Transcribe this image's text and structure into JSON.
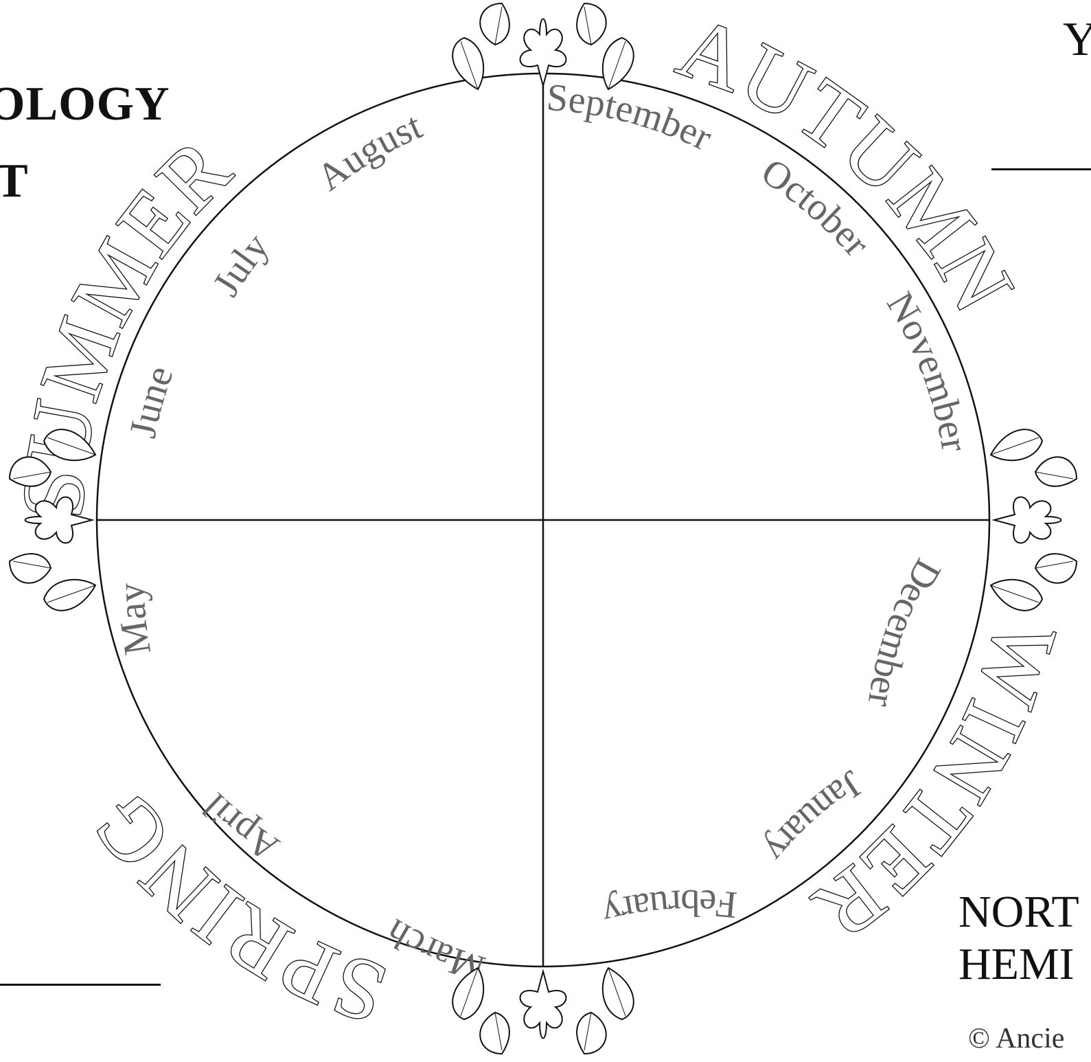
{
  "header": {
    "title_fragment": "OLOGY",
    "title_fragment_line2": "T",
    "year_fragment": "Y"
  },
  "hemisphere": {
    "line1": "NORT",
    "line2": "HEMI"
  },
  "copyright_fragment": "© Ancie",
  "wheel": {
    "seasons": [
      {
        "name": "SUMMER",
        "label": "SUMMER"
      },
      {
        "name": "AUTUMN",
        "label": "AUTUMN"
      },
      {
        "name": "WINTER",
        "label": "WINTER"
      },
      {
        "name": "SPRING",
        "label": "SPRING"
      }
    ],
    "months": [
      {
        "key": "june",
        "label": "June"
      },
      {
        "key": "july",
        "label": "July"
      },
      {
        "key": "august",
        "label": "August"
      },
      {
        "key": "september",
        "label": "September"
      },
      {
        "key": "october",
        "label": "October"
      },
      {
        "key": "november",
        "label": "November"
      },
      {
        "key": "december",
        "label": "December"
      },
      {
        "key": "january",
        "label": "January"
      },
      {
        "key": "february",
        "label": "February"
      },
      {
        "key": "march",
        "label": "March"
      },
      {
        "key": "april",
        "label": "April"
      },
      {
        "key": "may",
        "label": "May"
      }
    ]
  },
  "colors": {
    "line": "#111111",
    "month_text": "#666666",
    "background": "#ffffff"
  },
  "decorations": [
    "leaf-cluster-top",
    "leaf-cluster-right",
    "leaf-cluster-bottom",
    "leaf-cluster-left"
  ]
}
